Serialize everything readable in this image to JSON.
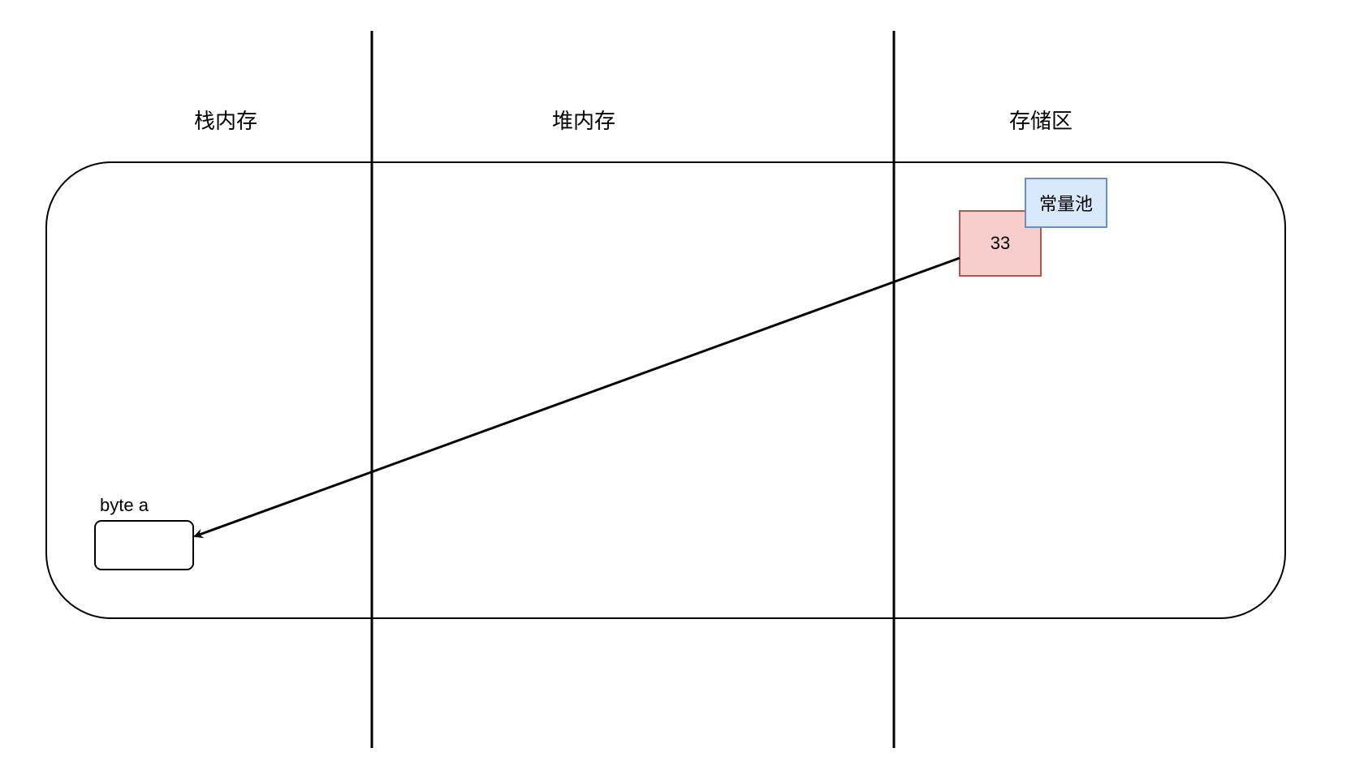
{
  "regions": {
    "stack": "栈内存",
    "heap": "堆内存",
    "storage": "存储区"
  },
  "nodes": {
    "variable_label": "byte a",
    "value": "33",
    "pool_label": "常量池"
  },
  "colors": {
    "value_fill": "#f8cecc",
    "value_stroke": "#b85450",
    "pool_fill": "#dae8fc",
    "pool_stroke": "#6c8ebf",
    "line": "#000000"
  }
}
